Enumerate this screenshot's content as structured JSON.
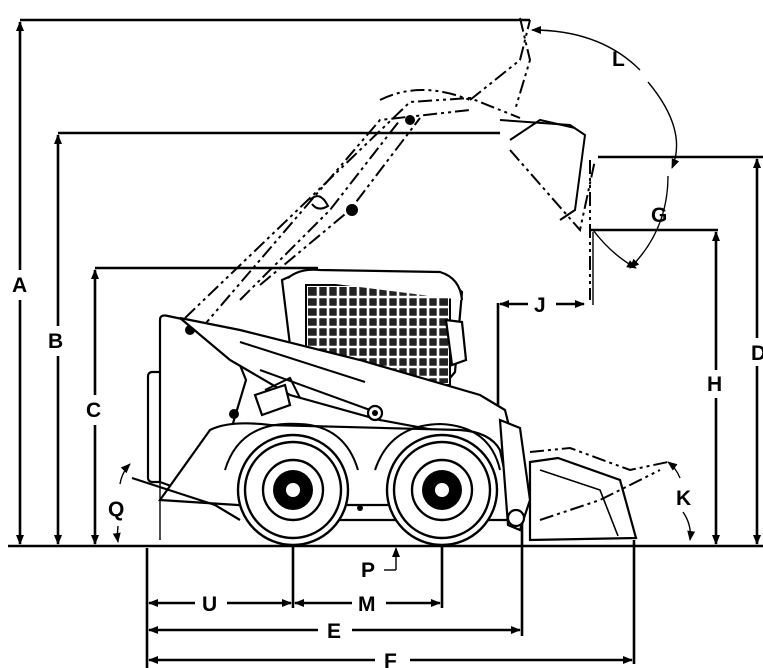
{
  "figure": {
    "dimension_labels": {
      "A": "A",
      "B": "B",
      "C": "C",
      "D": "D",
      "E": "E",
      "F": "F",
      "G": "G",
      "H": "H",
      "J": "J",
      "K": "K",
      "L": "L",
      "M": "M",
      "P": "P",
      "Q": "Q",
      "U": "U"
    }
  }
}
